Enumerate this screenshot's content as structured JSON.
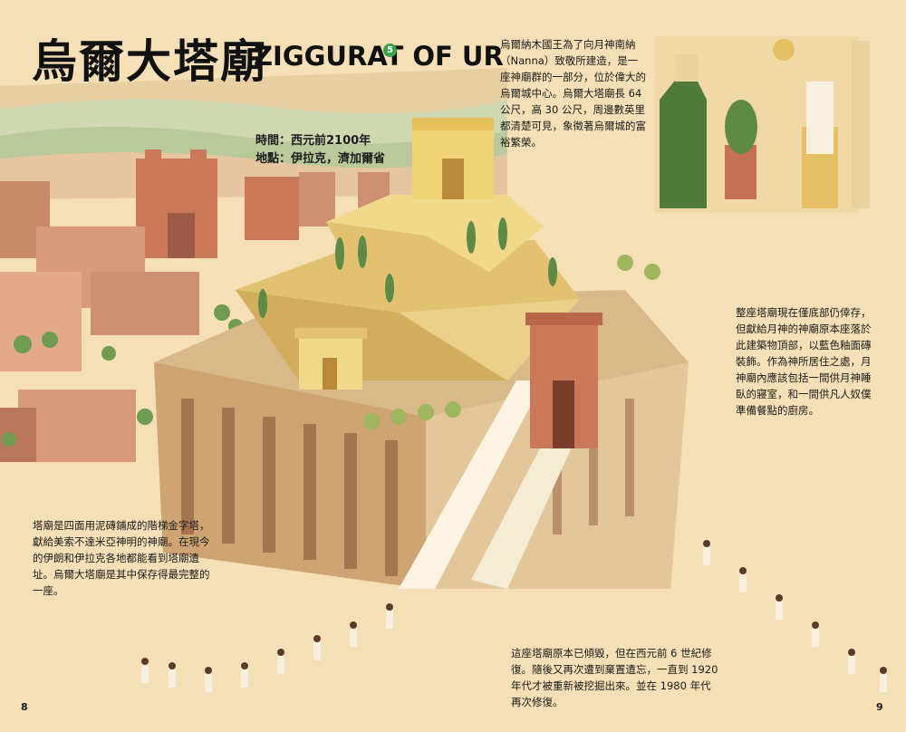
{
  "title": {
    "zh": "烏爾大塔廟",
    "en": "ZIGGURAT OF UR",
    "badge": "5"
  },
  "meta": {
    "time": "時間：西元前2100年",
    "place": "地點：伊拉克，濟加爾省"
  },
  "paragraphs": {
    "intro": "烏爾納木國王為了向月神南納（Nanna）致敬所建造，是一座神廟群的一部分，位於偉大的烏爾城中心。烏爾大塔廟長 64 公尺，高 30 公尺，周邊數英里都清楚可見，象徵著烏爾城的富裕繁榮。",
    "structure": "整座塔廟現在僅底部仍倖存，但獻給月神的神廟原本座落於此建築物頂部，以藍色釉面磚裝飾。作為神所居住之處，月神廟內應該包括一間供月神睡臥的寢室，和一間供凡人奴僕準備餐點的廚房。",
    "definition": "塔廟是四面用泥磚鋪成的階梯金字塔，獻給美索不達米亞神明的神廟。在現今的伊朗和伊拉克各地都能看到塔廟遺址。烏爾大塔廟是其中保存得最完整的一座。",
    "history": "這座塔廟原本已傾毀，但在西元前 6 世紀修復。隨後又再次遭到棄置遺忘，一直到 1920 年代才被重新被挖掘出來。並在 1980 年代再次修復。"
  },
  "page_numbers": {
    "left": "8",
    "right": "9"
  },
  "colors": {
    "background": "#f4dfb6",
    "ziggurat_light": "#f0d98a",
    "ziggurat_mid": "#e2c271",
    "ziggurat_dark": "#c9a261",
    "base": "#d9b98a",
    "brick": "#c98a6a",
    "badge": "#3aa24a"
  }
}
